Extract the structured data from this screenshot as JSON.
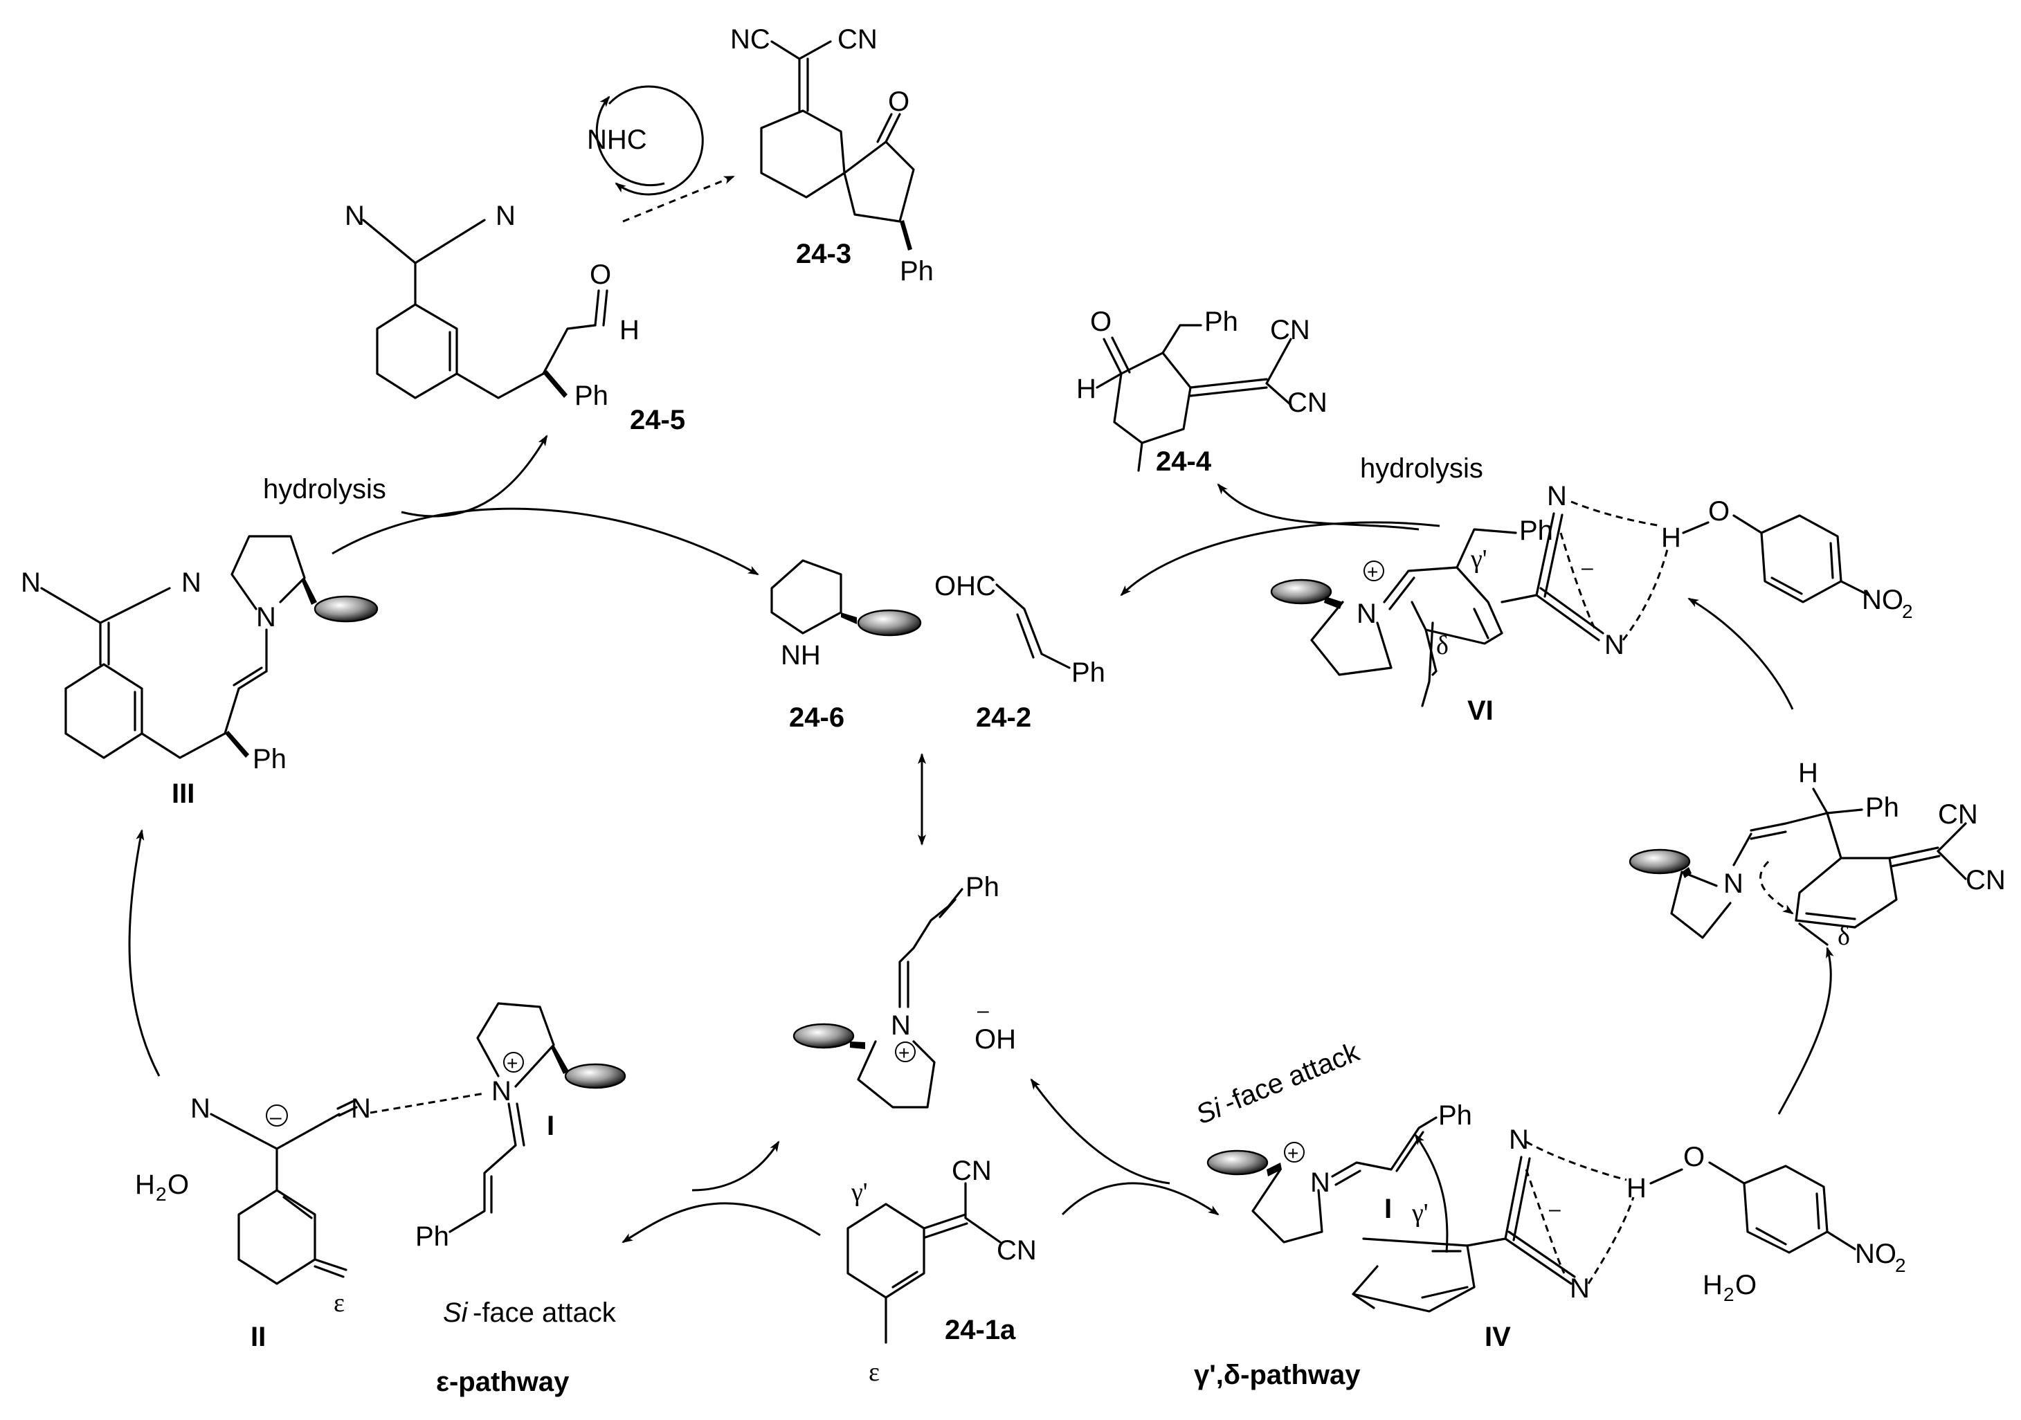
{
  "compounds": {
    "c24_3": "24-3",
    "c24_5": "24-5",
    "c24_4": "24-4",
    "c24_6": "24-6",
    "c24_2": "24-2",
    "c24_1a": "24-1a",
    "int_III": "III",
    "int_II": "II",
    "int_I_left": "I",
    "int_I_right": "I",
    "int_IV": "IV",
    "int_VI": "VI"
  },
  "labels": {
    "nhc": "NHC",
    "hydrolysis_left": "hydrolysis",
    "hydrolysis_right": "hydrolysis",
    "si_face_bottom_prefix": "Si",
    "si_face_bottom_suffix": "-face attack",
    "si_face_right_prefix": "Si",
    "si_face_right_suffix": "-face attack",
    "epsilon_pathway": "ε-pathway",
    "gamma_delta_pathway": "γ',δ-pathway",
    "water_left": "H",
    "water_left_sub": "2",
    "water_left_o": "O",
    "water_right": "H",
    "water_right_sub": "2",
    "water_right_o": "O",
    "hydroxide": "OH",
    "minus": "–",
    "plus": "+"
  },
  "atoms": {
    "NC": "NC",
    "CN": "CN",
    "N": "N",
    "O": "O",
    "H": "H",
    "Ph": "Ph",
    "NH": "NH",
    "OHC": "OHC",
    "NO2": "NO",
    "NO2_sub": "2",
    "gamma_prime": "γ'",
    "delta": "δ",
    "epsilon": "ε"
  }
}
